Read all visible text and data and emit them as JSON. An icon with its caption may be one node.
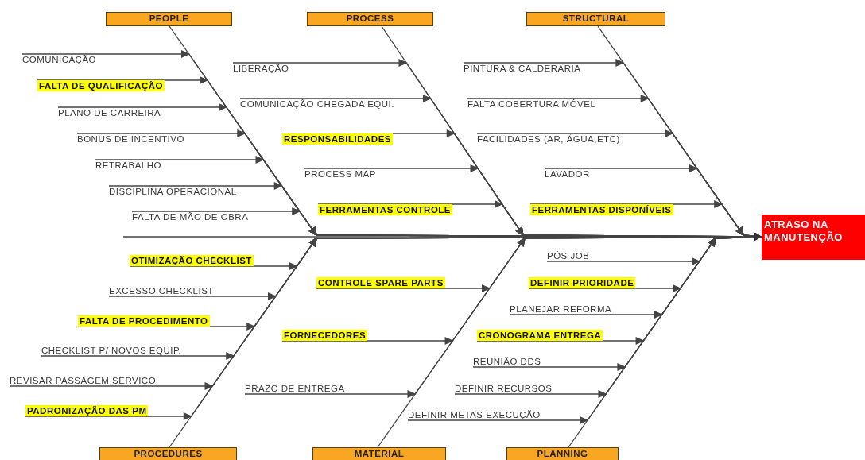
{
  "diagram": {
    "nodes": [
      {
        "text": [
          "PEOPLE"
        ]
      },
      {
        "text": [
          "PROCESS"
        ]
      },
      {
        "text": [
          "STRUCTURAL"
        ]
      },
      {
        "text": [
          "ATRASO NA MANUTENÇÃO"
        ]
      },
      {
        "text": [
          "PROCEDURES"
        ]
      },
      {
        "text": [
          "MATERIAL"
        ]
      },
      {
        "text": [
          "PLANNING"
        ]
      },
      {
        "text": [
          "COMUNICAÇÃO"
        ]
      },
      {
        "text": [
          "FALTA DE QUALIFICAÇÃO"
        ]
      },
      {
        "text": [
          "PLANO DE CARREIRA"
        ]
      },
      {
        "text": [
          "BONUS DE INCENTIVO"
        ]
      },
      {
        "text": [
          "RETRABALHO"
        ]
      },
      {
        "text": [
          "DISCIPLINA OPERACIONAL"
        ]
      },
      {
        "text": [
          "FALTA DE MÃO DE OBRA"
        ]
      },
      {
        "text": [
          "LIBERAÇÃO"
        ]
      },
      {
        "text": [
          "COMUNICAÇÃO CHEGADA EQUI."
        ]
      },
      {
        "text": [
          "RESPONSABILIDADES"
        ]
      },
      {
        "text": [
          "PROCESS MAP"
        ]
      },
      {
        "text": [
          "FERRAMENTAS CONTROLE"
        ]
      },
      {
        "text": [
          "PINTURA & CALDERARIA"
        ]
      },
      {
        "text": [
          "FALTA COBERTURA MÓVEL"
        ]
      },
      {
        "text": [
          "FACILIDADES (AR, ÁGUA,ETC)"
        ]
      },
      {
        "text": [
          "LAVADOR"
        ]
      },
      {
        "text": [
          "FERRAMENTAS DISPONÍVEIS"
        ]
      },
      {
        "text": [
          "OTIMIZAÇÃO CHECKLIST"
        ]
      },
      {
        "text": [
          "EXCESSO CHECKLIST"
        ]
      },
      {
        "text": [
          "FALTA DE PROCEDIMENTO"
        ]
      },
      {
        "text": [
          "CHECKLIST P/ NOVOS EQUIP."
        ]
      },
      {
        "text": [
          "REVISAR PASSAGEM SERVIÇO"
        ]
      },
      {
        "text": [
          "PADRONIZAÇÃO DAS PM"
        ]
      },
      {
        "text": [
          "CONTROLE SPARE PARTS"
        ]
      },
      {
        "text": [
          "FORNECEDORES"
        ]
      },
      {
        "text": [
          "PRAZO DE ENTREGA"
        ]
      },
      {
        "text": [
          "PÓS JOB"
        ]
      },
      {
        "text": [
          "DEFINIR PRIORIDADE"
        ]
      },
      {
        "text": [
          "PLANEJAR REFORMA"
        ]
      },
      {
        "text": [
          "CRONOGRAMA ENTREGA"
        ]
      },
      {
        "text": [
          "REUNIÃO DDS"
        ]
      },
      {
        "text": [
          "DEFINIR RECURSOS"
        ]
      },
      {
        "text": [
          "DEFINIR METAS EXECUÇÃO"
        ]
      }
    ],
    "edges": [
      {
        "from": null,
        "to": 3,
        "arrow": "to"
      },
      {
        "from": 0,
        "to": 3,
        "arrow": "to"
      },
      {
        "from": 1,
        "to": 3,
        "arrow": "to"
      },
      {
        "from": 2,
        "to": 3,
        "arrow": "to"
      },
      {
        "from": 4,
        "to": 3,
        "arrow": "to"
      },
      {
        "from": 5,
        "to": 3,
        "arrow": "to"
      },
      {
        "from": 6,
        "to": 3,
        "arrow": "to"
      },
      {
        "from": 7,
        "to": 3,
        "arrow": "to"
      },
      {
        "from": 8,
        "to": 3,
        "arrow": "to"
      },
      {
        "from": 9,
        "to": 3,
        "arrow": "to"
      },
      {
        "from": 10,
        "to": 3,
        "arrow": "to"
      },
      {
        "from": 11,
        "to": 3,
        "arrow": "to"
      },
      {
        "from": 12,
        "to": 3,
        "arrow": "to"
      },
      {
        "from": 13,
        "to": 3,
        "arrow": "to"
      },
      {
        "from": 14,
        "to": 3,
        "arrow": "to"
      },
      {
        "from": 15,
        "to": 3,
        "arrow": "to"
      },
      {
        "from": 16,
        "to": 3,
        "arrow": "to"
      },
      {
        "from": 17,
        "to": 3,
        "arrow": "to"
      },
      {
        "from": 18,
        "to": 3,
        "arrow": "to"
      },
      {
        "from": 19,
        "to": 3,
        "arrow": "to"
      },
      {
        "from": 20,
        "to": 3,
        "arrow": "to"
      },
      {
        "from": 21,
        "to": 3,
        "arrow": "to"
      },
      {
        "from": 22,
        "to": 3,
        "arrow": "to"
      },
      {
        "from": 23,
        "to": 3,
        "arrow": "to"
      },
      {
        "from": 24,
        "to": 3,
        "arrow": "to"
      },
      {
        "from": 25,
        "to": 3,
        "arrow": "to"
      },
      {
        "from": 26,
        "to": 3,
        "arrow": "to"
      },
      {
        "from": 27,
        "to": 3,
        "arrow": "to"
      },
      {
        "from": 28,
        "to": 3,
        "arrow": "to"
      },
      {
        "from": 29,
        "to": 3,
        "arrow": "to"
      },
      {
        "from": 30,
        "to": 3,
        "arrow": "to"
      },
      {
        "from": 31,
        "to": 3,
        "arrow": "to"
      },
      {
        "from": 32,
        "to": 3,
        "arrow": "to"
      },
      {
        "from": 33,
        "to": 3,
        "arrow": "to"
      },
      {
        "from": 34,
        "to": 3,
        "arrow": "to"
      },
      {
        "from": 35,
        "to": 3,
        "arrow": "to"
      },
      {
        "from": 36,
        "to": 3,
        "arrow": "to"
      },
      {
        "from": 37,
        "to": 3,
        "arrow": "to"
      },
      {
        "from": 38,
        "to": 3,
        "arrow": "to"
      },
      {
        "from": 39,
        "to": 3,
        "arrow": "to"
      }
    ]
  }
}
